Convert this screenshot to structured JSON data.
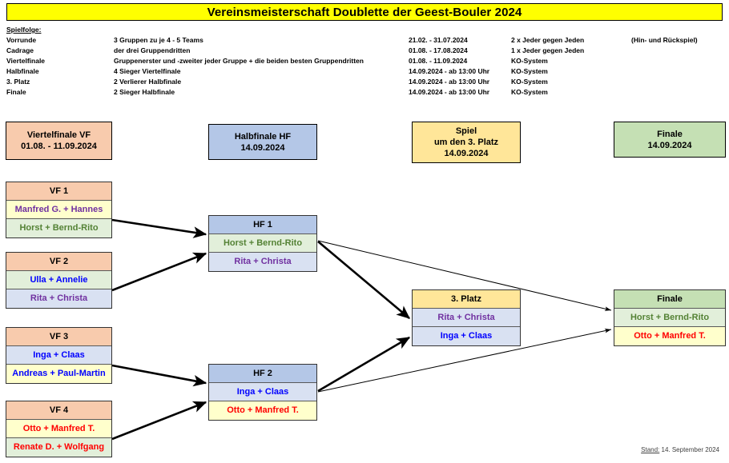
{
  "title": "Vereinsmeisterschaft Doublette der Geest-Bouler 2024",
  "schedule": {
    "caption": "Spielfolge:",
    "rows": [
      {
        "phase": "Vorrunde",
        "desc": "3 Gruppen zu je 4 - 5 Teams",
        "date": "21.02. - 31.07.2024",
        "mode": "2 x Jeder gegen Jeden",
        "note": "(Hin- und Rückspiel)"
      },
      {
        "phase": "Cadrage",
        "desc": "der  drei Gruppendritten",
        "date": "01.08. - 17.08.2024",
        "mode": "1 x Jeder gegen Jeden",
        "note": ""
      },
      {
        "phase": "Viertelfinale",
        "desc": "Gruppenerster und -zweiter jeder Gruppe + die beiden besten Gruppendritten",
        "date": "01.08. - 11.09.2024",
        "mode": "KO-System",
        "note": ""
      },
      {
        "phase": "Halbfinale",
        "desc": "4 Sieger Viertelfinale",
        "date": "14.09.2024 - ab 13:00 Uhr",
        "mode": "KO-System",
        "note": ""
      },
      {
        "phase": "3. Platz",
        "desc": "2 Verlierer Halbfinale",
        "date": "14.09.2024 - ab 13:00 Uhr",
        "mode": "KO-System",
        "note": ""
      },
      {
        "phase": "Finale",
        "desc": "2 Sieger Halbfinale",
        "date": "14.09.2024 - ab 13:00 Uhr",
        "mode": "KO-System",
        "note": ""
      }
    ]
  },
  "round_headers": {
    "vf": {
      "line1": "Viertelfinale VF",
      "line2": "01.08. - 11.09.2024",
      "line3": "",
      "color": "#f8cbad"
    },
    "hf": {
      "line1": "Halbfinale HF",
      "line2": "14.09.2024",
      "line3": "",
      "color": "#b4c7e7"
    },
    "p3": {
      "line1": "Spiel",
      "line2": "um den 3. Platz",
      "line3": "14.09.2024",
      "color": "#ffe699"
    },
    "final": {
      "line1": "Finale",
      "line2": "14.09.2024",
      "line3": "",
      "color": "#c5e0b4"
    }
  },
  "matches": {
    "vf1": {
      "header": "VF 1",
      "team1": "Manfred G. + Hannes",
      "team2": "Horst + Bernd-Rito"
    },
    "vf2": {
      "header": "VF 2",
      "team1": "Ulla + Annelie",
      "team2": "Rita + Christa"
    },
    "vf3": {
      "header": "VF 3",
      "team1": "Inga + Claas",
      "team2": "Andreas + Paul-Martin"
    },
    "vf4": {
      "header": "VF 4",
      "team1": "Otto + Manfred T.",
      "team2": "Renate D. + Wolfgang"
    },
    "hf1": {
      "header": "HF 1",
      "team1": "Horst + Bernd-Rito",
      "team2": "Rita + Christa"
    },
    "hf2": {
      "header": "HF 2",
      "team1": "Inga + Claas",
      "team2": "Otto + Manfred T."
    },
    "p3": {
      "header": "3. Platz",
      "team1": "Rita + Christa",
      "team2": "Inga + Claas"
    },
    "final": {
      "header": "Finale",
      "team1": "Horst + Bernd-Rito",
      "team2": "Otto + Manfred T."
    }
  },
  "footer": {
    "label": "Stand:",
    "value": " 14. September 2024"
  },
  "colors": {
    "title_bg": "#ffff00",
    "vf_header": "#f8cbad",
    "hf_header": "#b4c7e7",
    "p3_header": "#ffe699",
    "final_header": "#c5e0b4",
    "cell_green": "#e2efda",
    "cell_yellow": "#ffffcc",
    "cell_blue": "#d9e1f2",
    "text_purple": "#7030a0",
    "text_green": "#548235",
    "text_blue": "#0000ff",
    "text_red": "#ff0000"
  }
}
